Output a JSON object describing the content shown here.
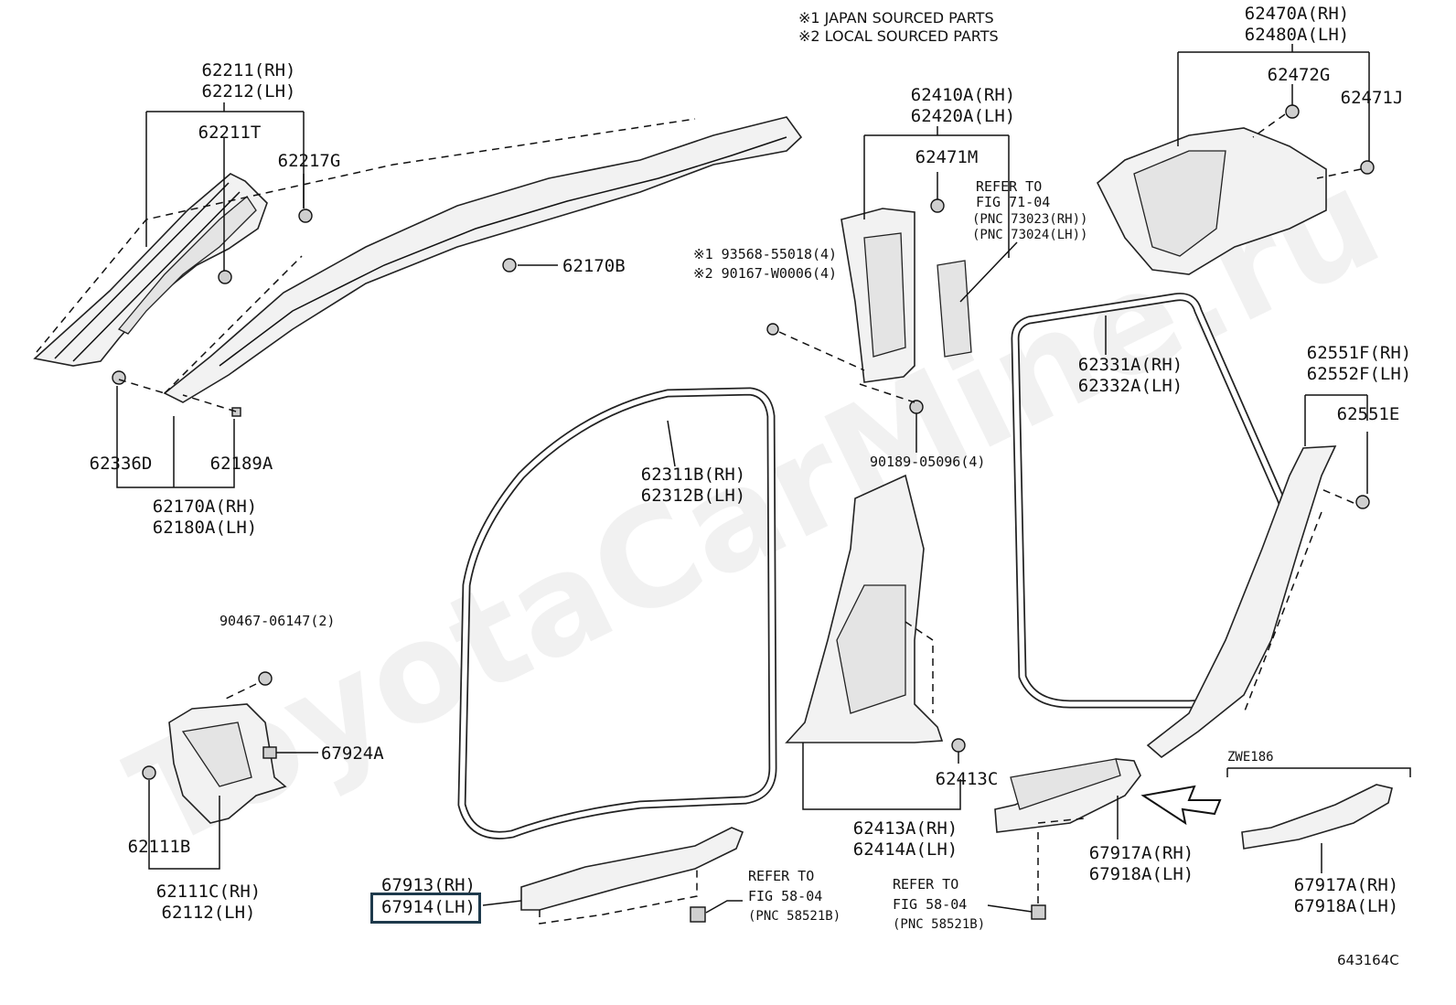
{
  "notes": [
    "※1 JAPAN SOURCED PARTS",
    "※2 LOCAL SOURCED PARTS"
  ],
  "watermark": "ToyotaCarMine.ru",
  "diagram_code": "643164C",
  "labels": {
    "p62211": "62211(RH)",
    "p62212": "62212(LH)",
    "p62211T": "62211T",
    "p62217G": "62217G",
    "p62170B": "62170B",
    "p62336D": "62336D",
    "p62189A": "62189A",
    "p62170A": "62170A(RH)",
    "p62180A": "62180A(LH)",
    "p62410A": "62410A(RH)",
    "p62420A": "62420A(LH)",
    "p62471M": "62471M",
    "refer71_1": "REFER TO",
    "refer71_2": "FIG 71-04",
    "refer71_3": "(PNC 73023(RH))",
    "refer71_4": "(PNC 73024(LH))",
    "bolt1": "※1 93568-55018(4)",
    "bolt2": "※2 90167-W0006(4)",
    "p90189": "90189-05096(4)",
    "p62470A": "62470A(RH)",
    "p62480A": "62480A(LH)",
    "p62472G": "62472G",
    "p62471J": "62471J",
    "p62331A": "62331A(RH)",
    "p62332A": "62332A(LH)",
    "p62551F": "62551F(RH)",
    "p62552F": "62552F(LH)",
    "p62551E": "62551E",
    "p62311B": "62311B(RH)",
    "p62312B": "62312B(LH)",
    "p90467": "90467-06147(2)",
    "p67924A": "67924A",
    "p62111B": "62111B",
    "p62111C": "62111C(RH)",
    "p62112": "62112(LH)",
    "p62413C": "62413C",
    "p62413A": "62413A(RH)",
    "p62414A": "62414A(LH)",
    "p67913": "67913(RH)",
    "p67914": "67914(LH)",
    "refer58a_1": "REFER TO",
    "refer58a_2": "FIG 58-04",
    "refer58a_3": "(PNC 58521B)",
    "refer58b_1": "REFER TO",
    "refer58b_2": "FIG 58-04",
    "refer58b_3": "(PNC 58521B)",
    "p67917A_a": "67917A(RH)",
    "p67918A_a": "67918A(LH)",
    "zwe": "ZWE186",
    "p67917A_b": "67917A(RH)",
    "p67918A_b": "67918A(LH)"
  }
}
